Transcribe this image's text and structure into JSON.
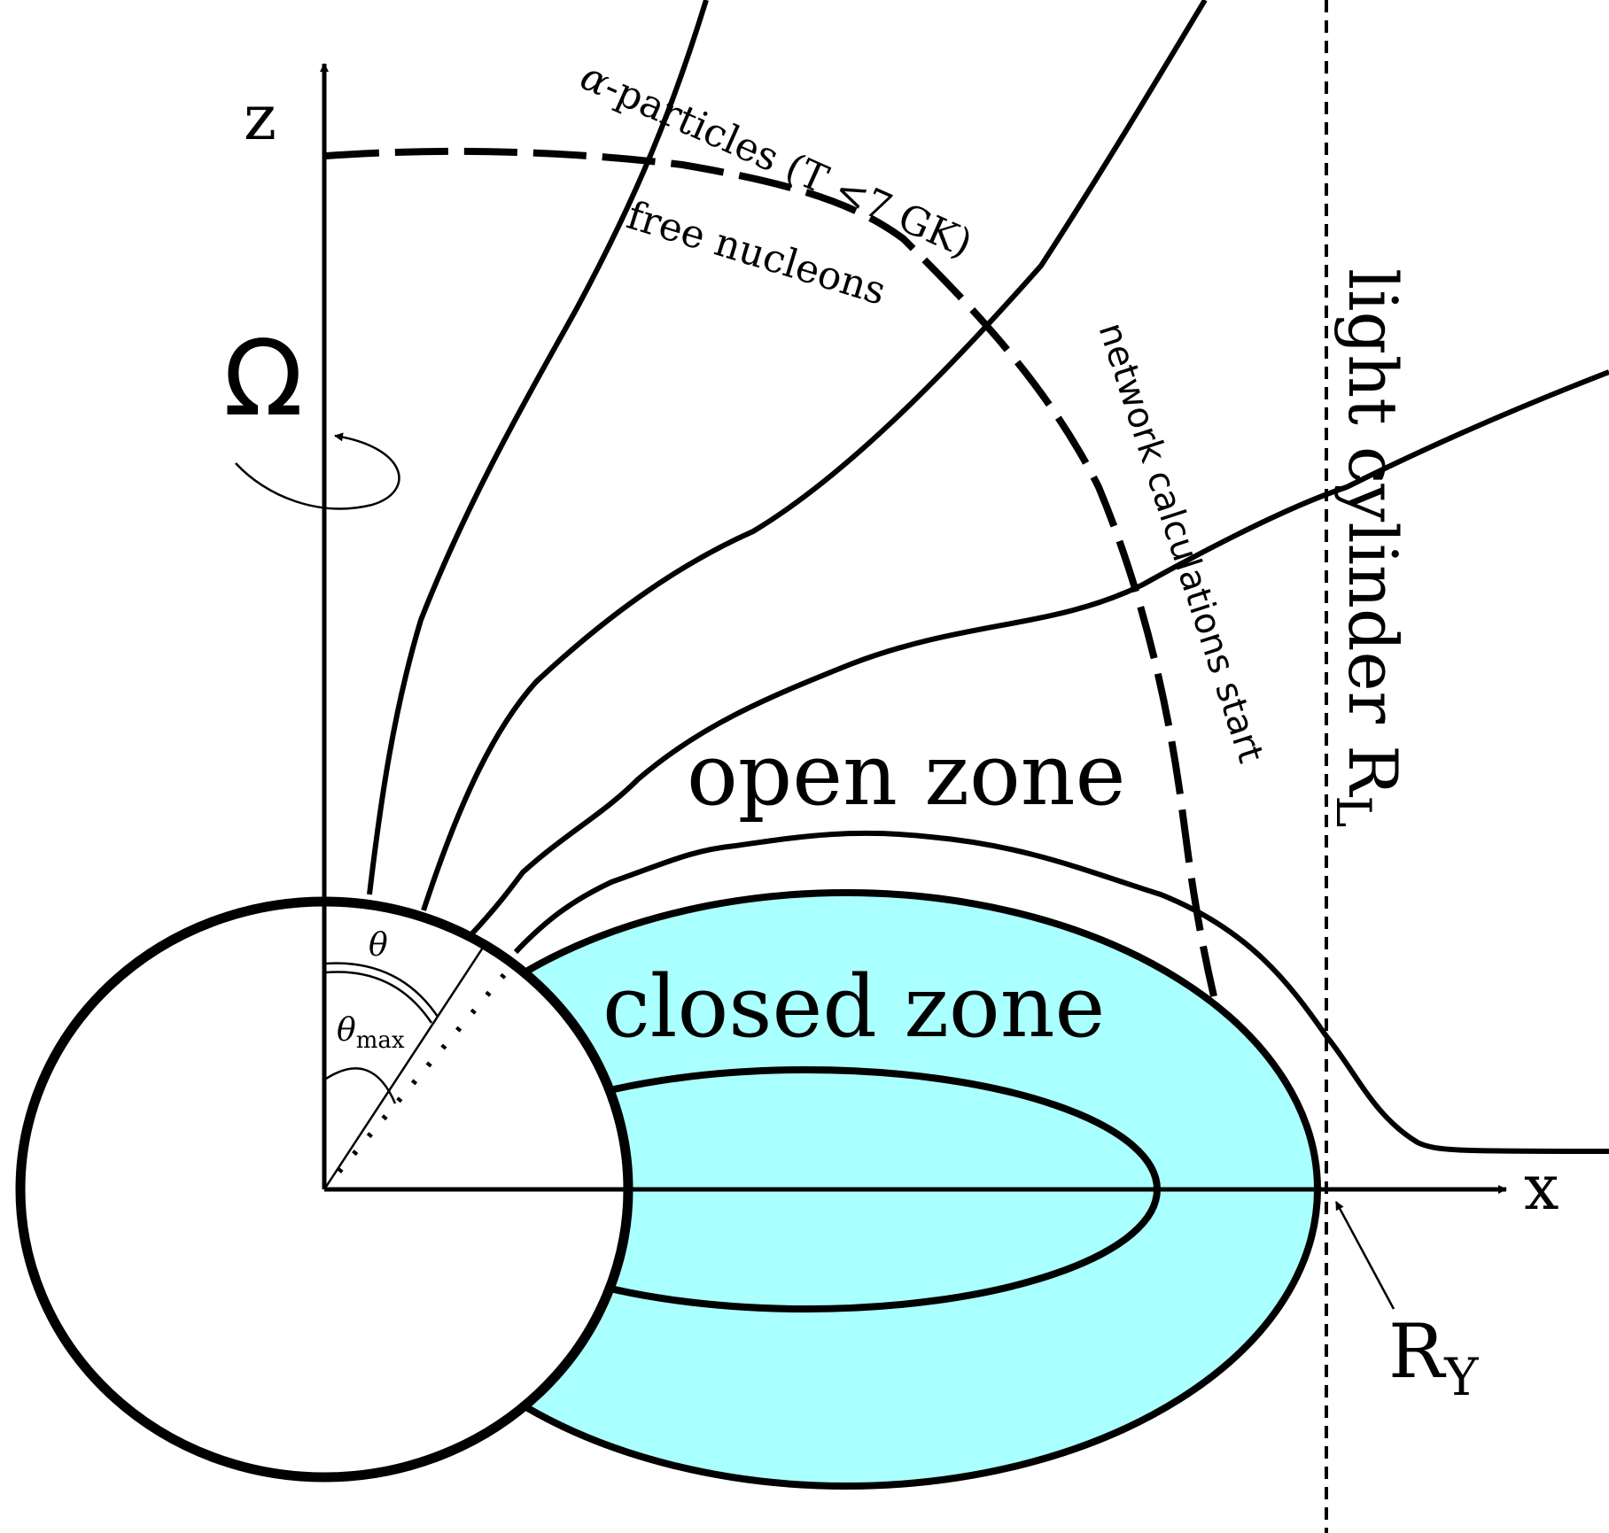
{
  "axes": {
    "z_label": "z",
    "x_label": "x",
    "omega_label": "Ω"
  },
  "angles": {
    "theta": "θ",
    "theta_max_symbol": "θ",
    "theta_max_subscript": "max"
  },
  "zones": {
    "open": "open zone",
    "closed": "closed zone"
  },
  "light_cylinder": {
    "text": "light cylinder R",
    "subscript": "L"
  },
  "ry": {
    "symbol": "R",
    "subscript": "Y"
  },
  "annotations": {
    "alpha_symbol": "α",
    "alpha_rest": "-particles (T <7 GK)",
    "free_nucleons": "free nucleons",
    "network": "network calculations start"
  },
  "colors": {
    "closed_zone_fill": "#aaffff",
    "line": "#000000"
  }
}
